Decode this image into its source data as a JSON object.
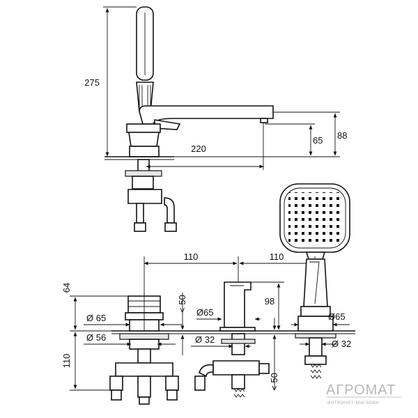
{
  "dimensions": {
    "height_total": "275",
    "spout_reach": "220",
    "spout_height": "65",
    "outlet_height": "88",
    "spacing_left": "110",
    "spacing_right": "110",
    "top_height": "64",
    "dia_65_left": "Ø 65",
    "dia_56": "Ø 56",
    "dia_65_mid": "Ø65",
    "dia_32_mid": "Ø 32",
    "max_50_top": "< 50",
    "max_50_bottom": "< 50",
    "height_98": "98",
    "dia_65_right": "Ø65",
    "dia_32_right": "Ø 32",
    "bottom_height": "110"
  },
  "watermark": {
    "brand": "АГРОМАТ",
    "tagline": "интернет-магазин"
  }
}
